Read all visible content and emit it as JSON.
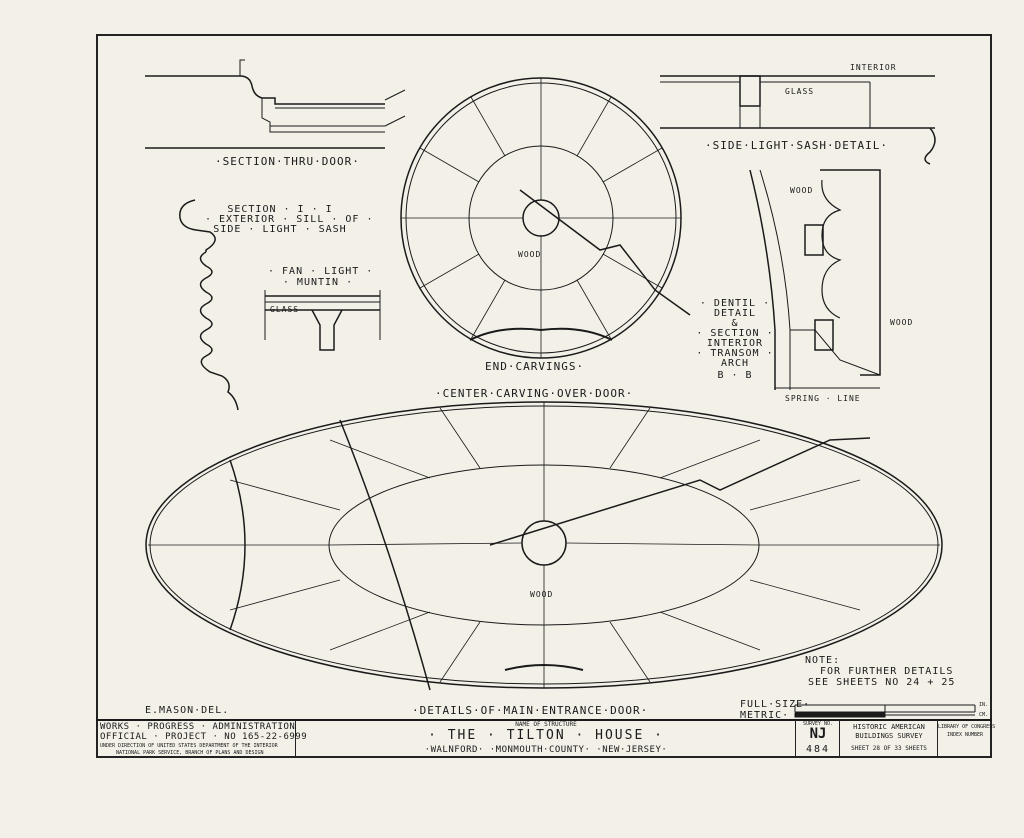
{
  "labels": {
    "section_thru_door": "·SECTION·THRU·DOOR·",
    "section_1_1_line1": "SECTION · I · I",
    "section_1_1_line2": "· EXTERIOR · SILL · OF ·",
    "section_1_1_line3": "SIDE · LIGHT · SASH",
    "fan_light_line1": "· FAN · LIGHT ·",
    "fan_light_line2": "· MUNTIN ·",
    "glass_fan": "GLASS",
    "end_carvings": "END·CARVINGS·",
    "wood_small": "WOOD",
    "interior": "INTERIOR",
    "glass_side": "GLASS",
    "side_light_sash": "·SIDE·LIGHT·SASH·DETAIL·",
    "wood_dentil_top": "WOOD",
    "dentil_line1": "· DENTIL ·",
    "dentil_line2": "DETAIL",
    "dentil_line3": "&",
    "dentil_line4": "· SECTION ·",
    "dentil_line5": "INTERIOR",
    "dentil_line6": "· TRANSOM ·",
    "dentil_line7": "ARCH",
    "dentil_line8": "B · B",
    "wood_dentil_side": "WOOD",
    "spring_line": "SPRING · LINE",
    "center_carving": "·CENTER·CARVING·OVER·DOOR·",
    "wood_large": "WOOD",
    "note_title": "NOTE:",
    "note_line1": "FOR  FURTHER  DETAILS",
    "note_line2": "SEE  SHEETS  NO  24 + 25",
    "delineator": "E.MASON·DEL.",
    "details_main": "·DETAILS·OF·MAIN·ENTRANCE·DOOR·",
    "full_size": "FULL·SIZE·",
    "metric": "METRIC·",
    "scale_unit": "IN.",
    "scale_unit_m": "CM."
  },
  "titleblock": {
    "wpa_line1": "WORKS · PROGRESS · ADMINISTRATION",
    "wpa_line2": "OFFICIAL · PROJECT · NO 165-22-6999",
    "wpa_line3": "UNDER DIRECTION OF UNITED STATES DEPARTMENT OF THE INTERIOR",
    "wpa_line4": "NATIONAL PARK SERVICE, BRANCH OF PLANS AND DESIGN",
    "name_caption": "NAME OF STRUCTURE",
    "structure_name": "· THE · TILTON · HOUSE ·",
    "location": "·WALNFORD· ·MONMOUTH·COUNTY· ·NEW·JERSEY·",
    "survey_caption": "SURVEY NO.",
    "survey_state": "NJ",
    "survey_number": "484",
    "habs_line1": "HISTORIC AMERICAN",
    "habs_line2": "BUILDINGS SURVEY",
    "sheet_text": "SHEET 28 OF 33 SHEETS",
    "loc_line1": "LIBRARY OF CONGRESS",
    "loc_line2": "INDEX NUMBER"
  }
}
